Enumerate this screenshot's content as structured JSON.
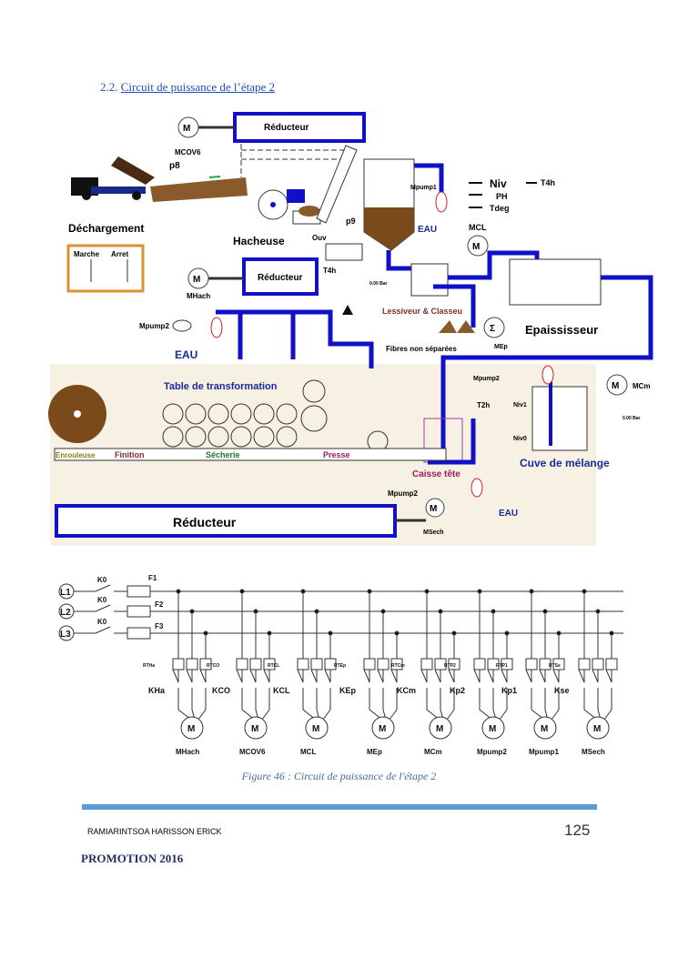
{
  "section": {
    "number": "2.2.",
    "title": "Circuit de puissance de l’étape 2"
  },
  "diagram": {
    "reducteur_top": "Réducteur",
    "reducteur_mid": "Réducteur",
    "reducteur_bottom": "Réducteur",
    "mcov6": "MCOV6",
    "p8": "p8",
    "p9": "p9",
    "dechargement": "Déchargement",
    "marche": "Marche",
    "arret": "Arret",
    "hacheuse": "Hacheuse",
    "mhach": "MHach",
    "ouv": "Ouv",
    "t4h": "T4h",
    "pressure1": "0.00 Bar",
    "mpump1": "Mpump1",
    "eau1": "EAU",
    "niv": "Niv",
    "ph": "PH",
    "tdeg": "Tdeg",
    "t4h_legend": "T4h",
    "mcl": "MCL",
    "lessiveur": "Lessiveur & Classeu",
    "epaississeur": "Epaississeur",
    "mep": "MEp",
    "fibres": "Fibres non séparées",
    "mpump2_left": "Mpump2",
    "eau2": "EAU",
    "table": "Table de transformation",
    "mpump2_right": "Mpump2",
    "mcm": "MCm",
    "pressure2": "0.00 Bar",
    "t2h": "T2h",
    "niv1": "Niv1",
    "niv0": "Niv0",
    "cuve": "Cuve de mélange",
    "caisse": "Caisse tête",
    "mpump2_bottom": "Mpump2",
    "msech": "MSech",
    "eau3": "EAU",
    "enrouleuse": "Enrouleuse",
    "finition": "Finition",
    "secherie": "Sécherie",
    "presse": "Presse"
  },
  "circuit": {
    "lines": [
      "L1",
      "L2",
      "L3"
    ],
    "k0": "K0",
    "fuses": [
      "F1",
      "F2",
      "F3"
    ],
    "relays": [
      "RTHa",
      "RTCO",
      "RTCL",
      "RTEp",
      "RTCm",
      "RTP2",
      "RTP1",
      "RTSe"
    ],
    "contactors": [
      "KHa",
      "KCO",
      "KCL",
      "KEp",
      "KCm",
      "Kp2",
      "Kp1",
      "Kse"
    ],
    "motors": [
      "MHach",
      "MCOV6",
      "MCL",
      "MEp",
      "MCm",
      "Mpump2",
      "Mpump1",
      "MSech"
    ],
    "motor_symbol": "M"
  },
  "caption": "Figure 46 : Circuit de puissance de l'étape 2",
  "footer": {
    "author": "RAMIARINTSOA HARISSON ERICK",
    "page": "125",
    "promotion": "PROMOTION 2016"
  },
  "colors": {
    "pipe": "#1010c8",
    "flow_arrow": "#1aa84a",
    "pump": "#d02020",
    "material": "#7a4a1a",
    "accent_rule": "#5b9bd5"
  }
}
